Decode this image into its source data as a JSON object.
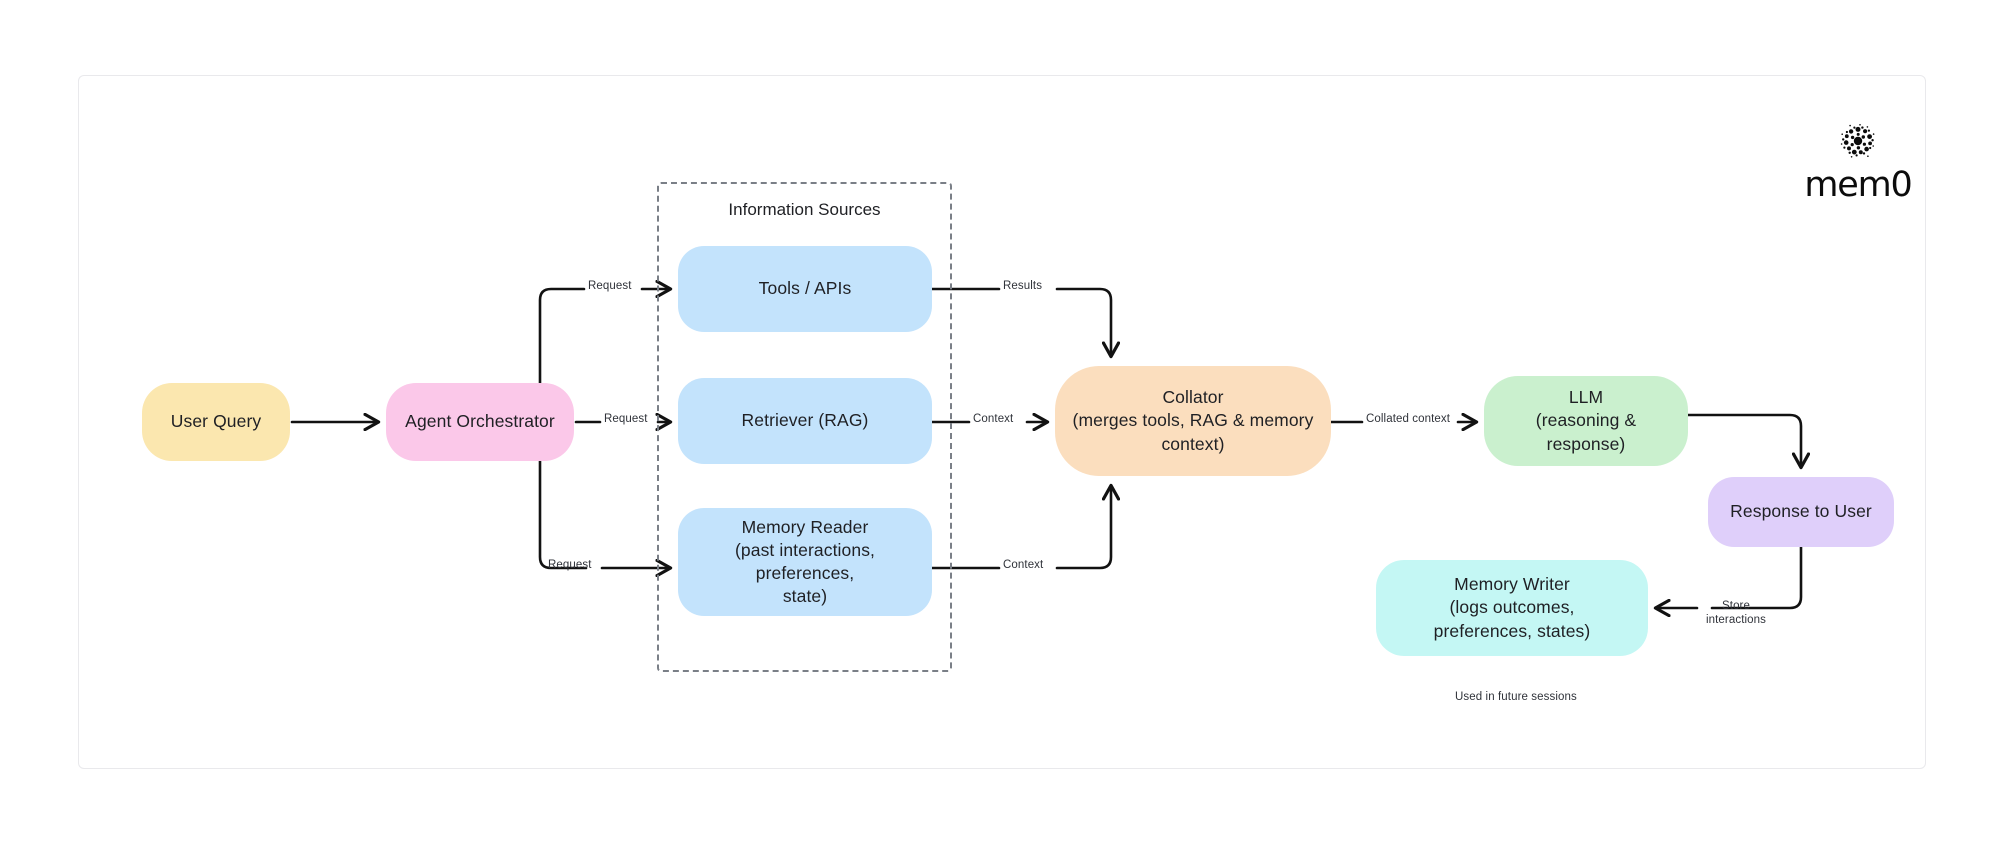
{
  "brand": {
    "logo_mark": "mem0-particle-icon",
    "wordmark": "mem0"
  },
  "group": {
    "title": "Information Sources"
  },
  "nodes": {
    "user_query": {
      "label": "User Query",
      "color": "#FBE7AF"
    },
    "agent_orchestrator": {
      "label": "Agent Orchestrator",
      "color": "#FBC8E9"
    },
    "tools_apis": {
      "label": "Tools / APIs",
      "color": "#C3E3FC"
    },
    "retriever": {
      "label": "Retriever (RAG)",
      "color": "#C3E3FC"
    },
    "memory_reader": {
      "line1": "Memory Reader",
      "line2": "(past interactions, preferences,",
      "line3": "state)",
      "color": "#C3E3FC"
    },
    "collator": {
      "line1": "Collator",
      "line2": "(merges tools, RAG & memory",
      "line3": "context)",
      "color": "#FBDEBE"
    },
    "llm": {
      "line1": "LLM",
      "line2": "(reasoning & response)",
      "color": "#CAF0CE"
    },
    "response_to_user": {
      "label": "Response to User",
      "color": "#DFCFFA"
    },
    "memory_writer": {
      "line1": "Memory Writer",
      "line2": "(logs outcomes,",
      "line3": "preferences, states)",
      "color": "#C4F7F4"
    }
  },
  "edges": {
    "request_tools": "Request",
    "request_retriever": "Request",
    "request_memory": "Request",
    "results": "Results",
    "context_rag": "Context",
    "context_memory": "Context",
    "collated_context": "Collated context",
    "store_interactions_l1": "Store",
    "store_interactions_l2": "interactions"
  },
  "notes": {
    "used_in_future_sessions": "Used in future sessions"
  },
  "theme": {
    "canvas": "#ffffff",
    "frame_border": "#e9e9ec",
    "edge_stroke": "#121212",
    "group_dash": "#7a7f87",
    "text": "#1f2024"
  }
}
